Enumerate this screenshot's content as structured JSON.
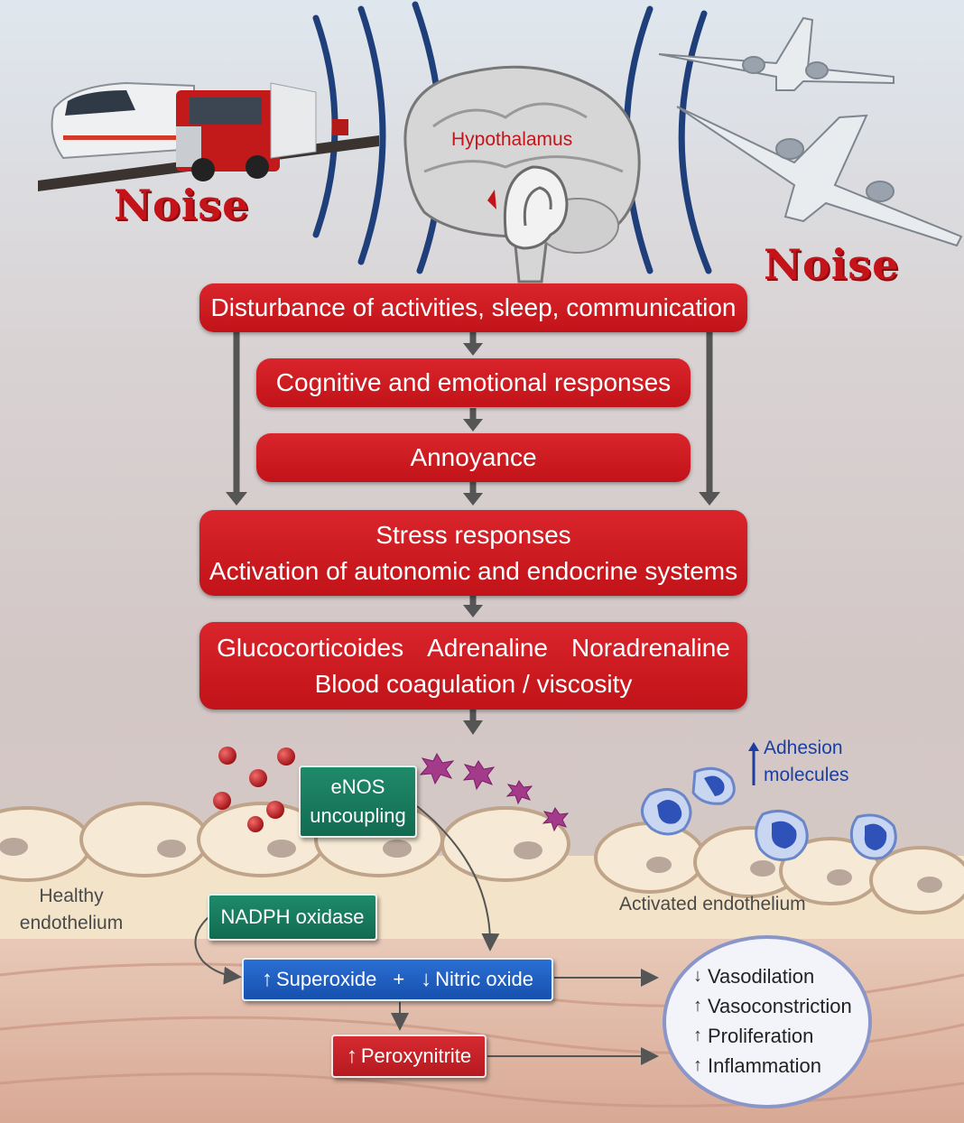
{
  "noise_labels": [
    "Noise",
    "Noise"
  ],
  "hypothalamus_label": "Hypothalamus",
  "flow": {
    "disturbance": "Disturbance of activities, sleep, communication",
    "cognitive": "Cognitive and emotional responses",
    "annoyance": "Annoyance",
    "stress_line1": "Stress responses",
    "stress_line2": "Activation of autonomic and endocrine systems",
    "hormones_a": "Glucocorticoides",
    "hormones_b": "Adrenaline",
    "hormones_c": "Noradrenaline",
    "hormones_line2": "Blood coagulation / viscosity"
  },
  "endothelium": {
    "healthy_line1": "Healthy",
    "healthy_line2": "endothelium",
    "activated": "Activated endothelium",
    "adhesion_line1": "Adhesion",
    "adhesion_line2": "molecules"
  },
  "mechanism": {
    "enos_line1": "eNOS",
    "enos_line2": "uncoupling",
    "nadph": "NADPH oxidase",
    "superoxide": "Superoxide",
    "plus": "+",
    "nitric_oxide": "Nitric oxide",
    "peroxynitrite": "Peroxynitrite"
  },
  "effects": [
    {
      "arrow": "↓",
      "label": "Vasodilation"
    },
    {
      "arrow": "↑",
      "label": "Vasoconstriction"
    },
    {
      "arrow": "↑",
      "label": "Proliferation"
    },
    {
      "arrow": "↑",
      "label": "Inflammation"
    }
  ],
  "colors": {
    "box_red": "#c8161d",
    "box_green": "#167a5d",
    "box_blue": "#1f5fc4",
    "sound_wave": "#1f3f7a"
  }
}
